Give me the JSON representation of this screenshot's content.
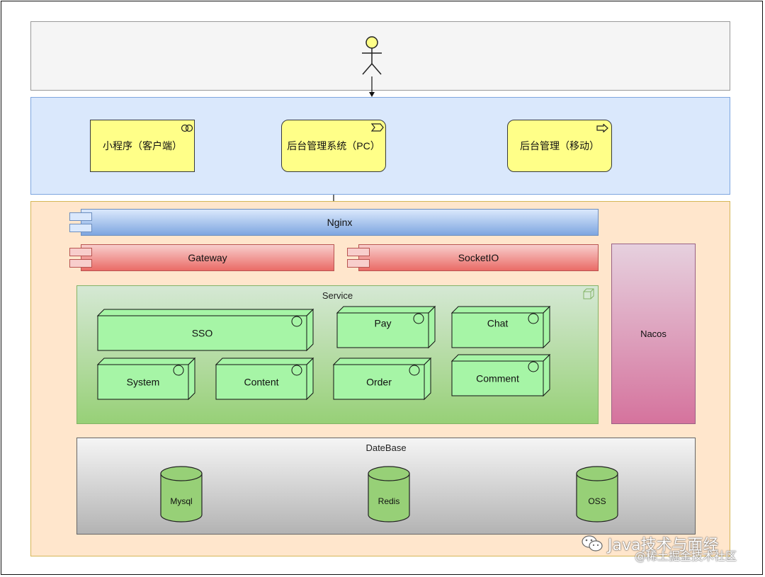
{
  "clients": [
    {
      "label": "小程序（客户端）",
      "icon": "collaboration-icon"
    },
    {
      "label": "后台管理系统（PC）",
      "icon": "process-icon"
    },
    {
      "label": "后台管理（移动）",
      "icon": "arrow-right-icon"
    }
  ],
  "layers": {
    "nginx": "Nginx",
    "gateway": "Gateway",
    "socketio": "SocketIO",
    "nacos": "Nacos"
  },
  "service": {
    "title": "Service",
    "nodes": [
      "SSO",
      "Pay",
      "Chat",
      "System",
      "Content",
      "Order",
      "Comment"
    ]
  },
  "database": {
    "title": "DateBase",
    "stores": [
      "Mysql",
      "Redis",
      "OSS"
    ]
  },
  "watermark": {
    "brand": "Java技术与面经",
    "source": "@稀土掘金技术社区"
  },
  "colors": {
    "client_fill": "#ffff88",
    "nginx": "#7ea6e0",
    "gateway": "#ea6b66",
    "service": "#97d077",
    "nacos": "#d5739d",
    "db_store": "#97d077"
  }
}
